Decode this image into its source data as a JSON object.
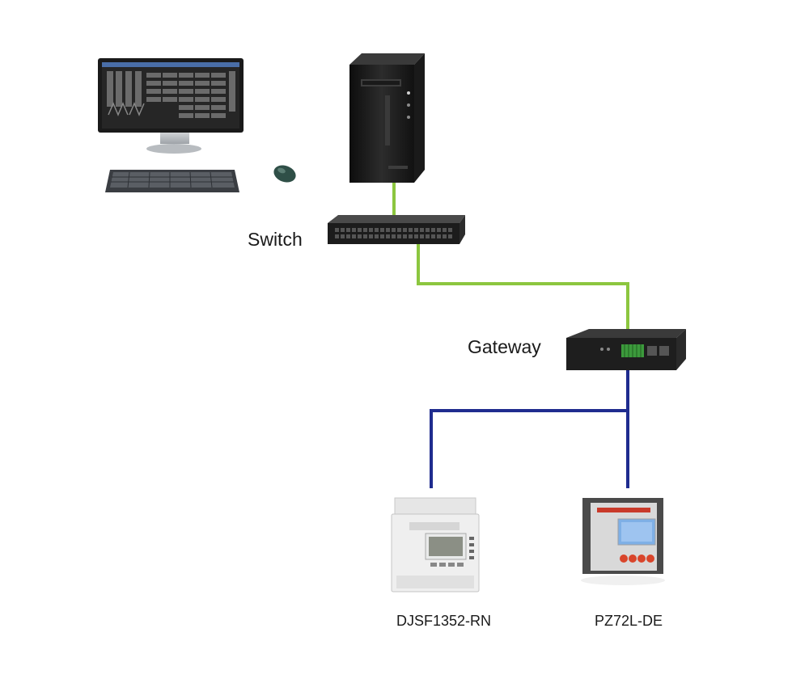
{
  "labels": {
    "switch": "Switch",
    "gateway": "Gateway",
    "device_1": "DJSF1352-RN",
    "device_2": "PZ72L-DE"
  },
  "nodes": [
    {
      "id": "workstation",
      "icon": "desktop-computer-icon"
    },
    {
      "id": "server",
      "icon": "server-tower-icon"
    },
    {
      "id": "switch",
      "icon": "network-switch-icon"
    },
    {
      "id": "gateway",
      "icon": "gateway-icon"
    },
    {
      "id": "device_1",
      "icon": "din-rail-meter-icon"
    },
    {
      "id": "device_2",
      "icon": "panel-meter-icon"
    }
  ],
  "edges": [
    {
      "from": "server",
      "to": "switch",
      "medium": "ethernet"
    },
    {
      "from": "switch",
      "to": "gateway",
      "medium": "ethernet"
    },
    {
      "from": "gateway",
      "to": "device_1",
      "medium": "rs485"
    },
    {
      "from": "gateway",
      "to": "device_2",
      "medium": "rs485"
    }
  ],
  "colors": {
    "ethernet_link": "#8cc63f",
    "rs485_link": "#1f2c8f",
    "device_dark": "#1e1e1e",
    "meter_body": "#ececec",
    "lcd": "#7fb0e6",
    "button_red": "#d9452b",
    "terminal_green": "#3c9a3c"
  }
}
